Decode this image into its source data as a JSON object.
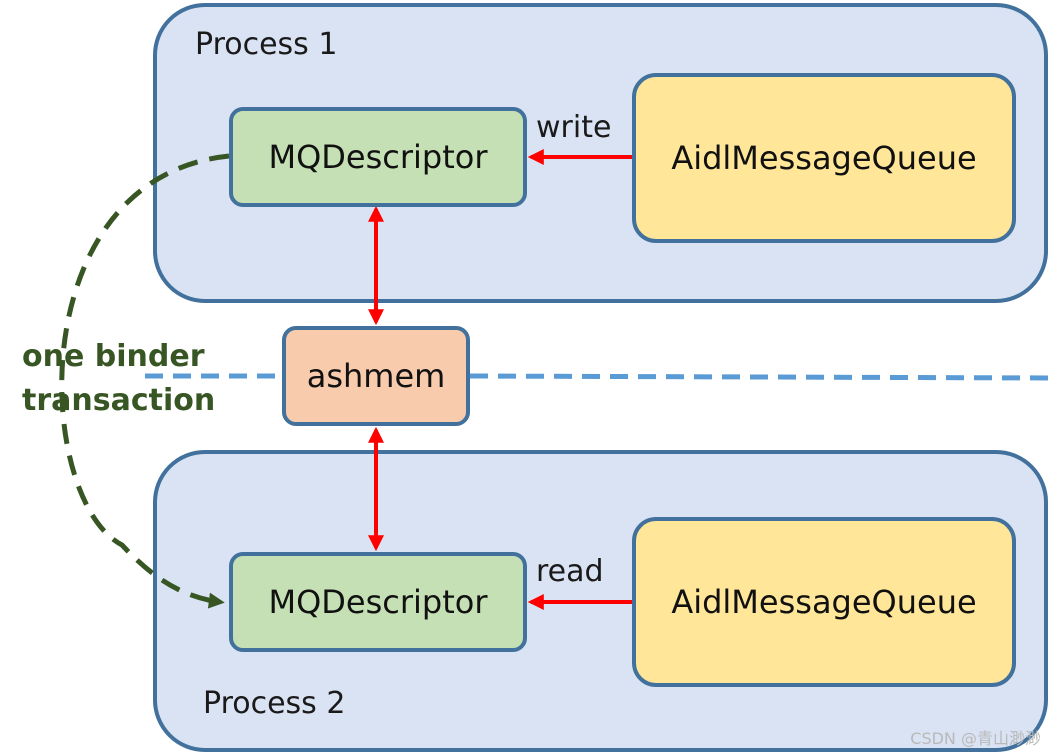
{
  "process_1": {
    "label": "Process 1"
  },
  "process_2": {
    "label": "Process 2"
  },
  "nodes": {
    "mqdescriptor_1": "MQDescriptor",
    "mqdescriptor_2": "MQDescriptor",
    "aidl_queue_1": "AidlMessageQueue",
    "aidl_queue_2": "AidlMessageQueue",
    "ashmem": "ashmem"
  },
  "edges": {
    "write": "write",
    "read": "read"
  },
  "binder": {
    "line1": "one binder",
    "line2": "transaction"
  },
  "colors": {
    "process_fill": "#dae3f3",
    "border": "#41719c",
    "mqdescriptor_fill": "#c5e0b4",
    "queue_fill": "#ffe699",
    "ashmem_fill": "#f8cbad",
    "arrow": "#ff0000",
    "binder": "#375623",
    "divider": "#5b9bd5"
  },
  "watermark": "CSDN @青山渺渺"
}
